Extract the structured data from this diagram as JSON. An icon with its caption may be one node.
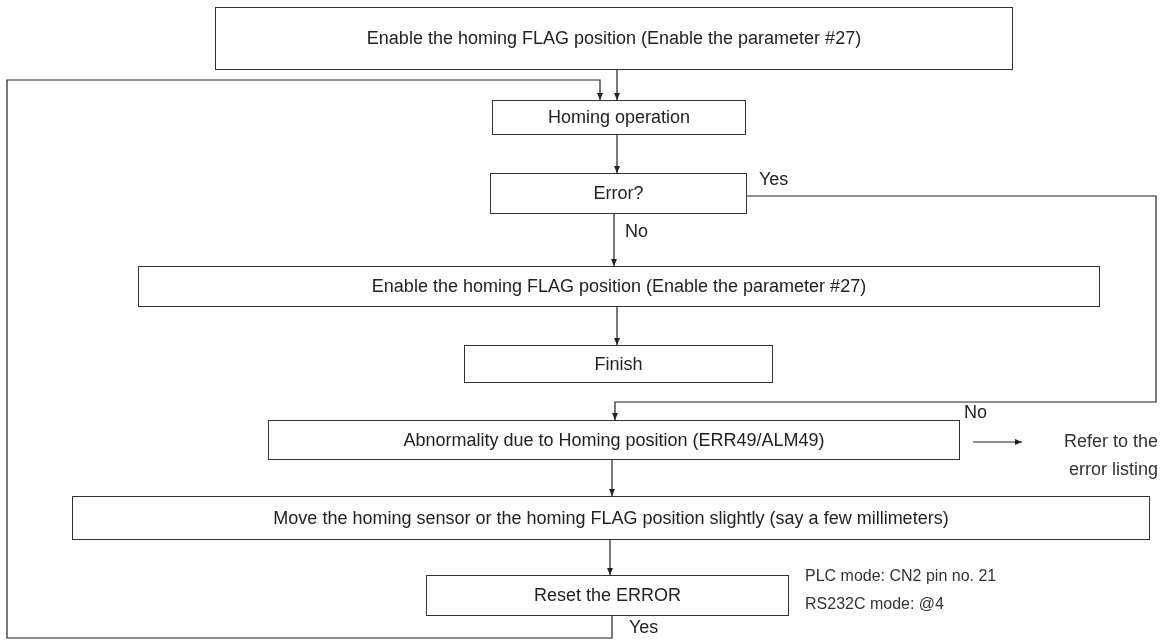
{
  "diagram": {
    "nodes": [
      {
        "text": [
          "Enable the homing FLAG position (Enable the parameter #27)"
        ]
      },
      {
        "text": [
          "Homing operation"
        ]
      },
      {
        "text": [
          "Error?"
        ]
      },
      {
        "text": [
          "Enable the homing FLAG position (Enable the parameter #27)"
        ]
      },
      {
        "text": [
          "Finish"
        ]
      },
      {
        "text": [
          "Abnormality due to Homing position (ERR49/ALM49)"
        ]
      },
      {
        "text": [
          "Move the homing sensor or the homing FLAG position slightly (say a few millimeters)"
        ]
      },
      {
        "text": [
          "Reset the ERROR"
        ],
        "beside": [
          "PLC mode: CN2 pin no. 21",
          "RS232C mode: @4"
        ]
      },
      {
        "text": [
          "Refer to the error listing"
        ]
      }
    ],
    "edges": [
      {
        "from": 0,
        "to": 1,
        "arrow": "to"
      },
      {
        "from": 1,
        "to": 2,
        "arrow": "to"
      },
      {
        "from": 2,
        "to": 3,
        "arrow": "to",
        "label": "No"
      },
      {
        "from": 3,
        "to": 4,
        "arrow": "to"
      },
      {
        "from": 2,
        "to": 5,
        "arrow": "to",
        "label": "Yes"
      },
      {
        "from": 5,
        "to": 8,
        "arrow": "to",
        "label": "No"
      },
      {
        "from": 5,
        "to": 6,
        "arrow": "to"
      },
      {
        "from": 6,
        "to": 7,
        "arrow": "to"
      },
      {
        "from": 7,
        "to": 1,
        "arrow": "to",
        "label": "Yes"
      }
    ]
  }
}
